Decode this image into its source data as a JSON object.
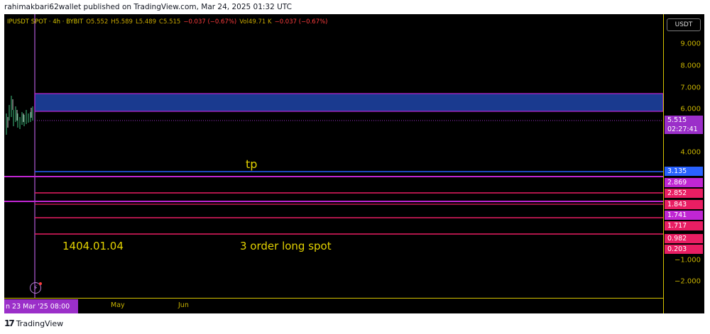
{
  "banner": "rahimakbari62wallet published on TradingView.com, Mar 24, 2025 01:32 UTC",
  "brand": "TradingView",
  "legend": {
    "symbol": "IPUSDT SPOT · 4h · BYBIT",
    "open": "O5.552",
    "high": "H5.589",
    "low": "L5.489",
    "close": "C5.515",
    "change": "−0.037 (−0.67%)",
    "volume": "Vol49.71 K",
    "vol_change": "−0.037 (−0.67%)"
  },
  "currency_button": "USDT",
  "price_axis": {
    "ticks": [
      {
        "label": "9.000",
        "value": 9
      },
      {
        "label": "8.000",
        "value": 8
      },
      {
        "label": "7.000",
        "value": 7
      },
      {
        "label": "6.000",
        "value": 6
      },
      {
        "label": "4.000",
        "value": 4
      },
      {
        "label": "−1.000",
        "value": -1
      },
      {
        "label": "−2.000",
        "value": -2
      }
    ],
    "current_price": {
      "label": "5.515",
      "countdown": "02:27:41",
      "color": "#9b2fc9"
    },
    "tags": [
      {
        "label": "3.135",
        "color": "#2962ff"
      },
      {
        "label": "2.869",
        "color": "#c026d3"
      },
      {
        "label": "2.852",
        "color": "#e91e63"
      },
      {
        "label": "1.843",
        "color": "#e91e63"
      },
      {
        "label": "1.741",
        "color": "#c026d3"
      },
      {
        "label": "1.717",
        "color": "#e91e63"
      },
      {
        "label": "0.982",
        "color": "#e91e63"
      },
      {
        "label": "0.203",
        "color": "#e91e63"
      }
    ]
  },
  "time_axis": {
    "cursor": "n 23 Mar '25   08:00",
    "labels": [
      "May",
      "Jun"
    ]
  },
  "annotations": {
    "tp": "tp",
    "date": "1404.01.04",
    "note": "3 order long spot"
  },
  "zone": {
    "top": 6.8,
    "bottom": 5.95,
    "fill": "#1a3a8f",
    "border": "#c026d3"
  },
  "levels": [
    {
      "value": 3.135,
      "color": "#2962ff"
    },
    {
      "value": 2.869,
      "color": "#c026d3"
    },
    {
      "value": 2.852,
      "color": "#e91e63"
    },
    {
      "value": 1.843,
      "color": "#e91e63"
    },
    {
      "value": 1.741,
      "color": "#c026d3"
    },
    {
      "value": 1.717,
      "color": "#e91e63"
    },
    {
      "value": 0.982,
      "color": "#e91e63"
    },
    {
      "value": 0.203,
      "color": "#e91e63"
    }
  ],
  "colors": {
    "axis": "#d6c300",
    "text_yellow": "#e3d200",
    "purple": "#9b2fc9"
  }
}
